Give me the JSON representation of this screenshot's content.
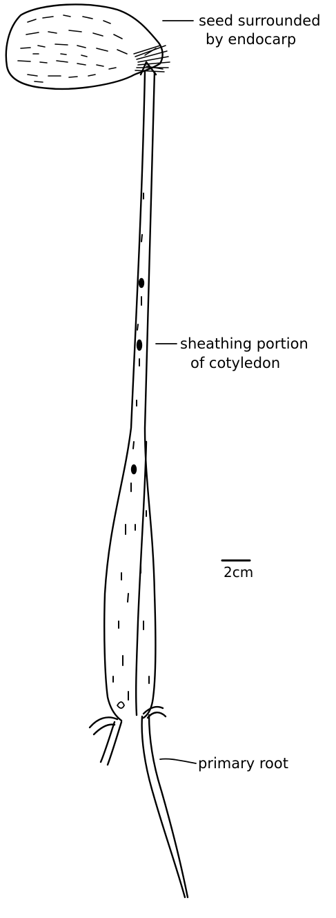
{
  "labels": {
    "seed_line1": "seed surrounded",
    "seed_line2": "by endocarp",
    "sheath_line1": "sheathing portion",
    "sheath_line2": "of cotyledon",
    "scale": "2cm",
    "root": "primary root"
  }
}
